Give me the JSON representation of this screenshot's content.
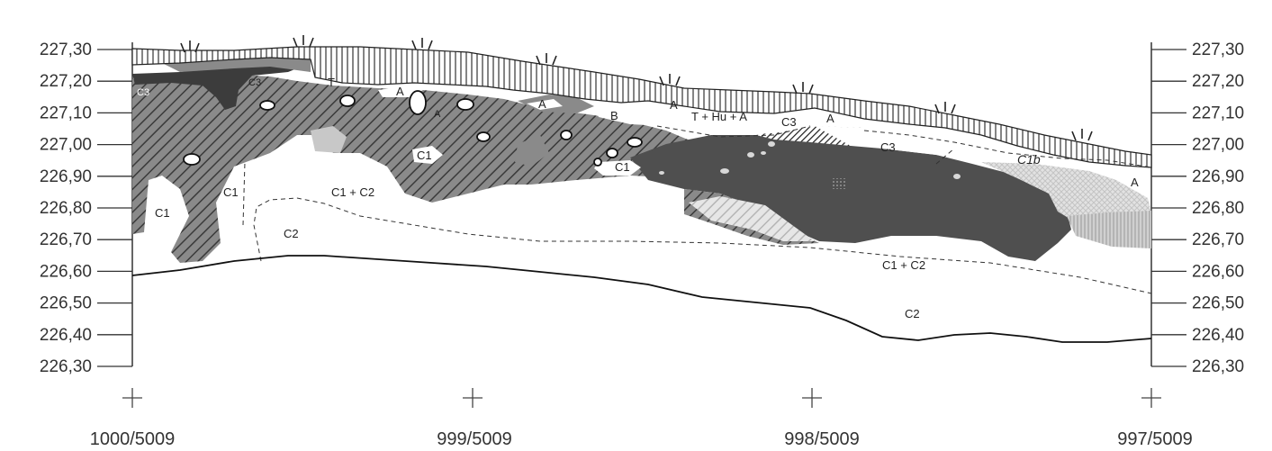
{
  "elevation_scale": {
    "left": [
      "227,30",
      "227,20",
      "227,10",
      "227,00",
      "226,90",
      "226,80",
      "226,70",
      "226,60",
      "226,50",
      "226,40",
      "226,30"
    ],
    "right": [
      "227,30",
      "227,20",
      "227,10",
      "227,00",
      "226,90",
      "226,80",
      "226,70",
      "226,60",
      "226,50",
      "226,40",
      "226,30"
    ]
  },
  "grid_points": [
    "1000/5009",
    "999/5009",
    "998/5009",
    "997/5009"
  ],
  "layer_labels": {
    "c3_a": "C3",
    "c3_b": "C3",
    "t": "T",
    "a_1": "A",
    "a_2": "A",
    "a_3": "A",
    "a_4": "A",
    "b": "B",
    "t_hu_a": "T + Hu + A",
    "c3_c": "C3",
    "a_5": "A",
    "c3_d": "C3",
    "c1_a": "C1",
    "c1_b": "C1",
    "c1b": "C1b",
    "a_6": "A",
    "c1_c": "C1",
    "c1_d": "C1",
    "c1_c2_a": "C1 + C2",
    "c2_a": "C2",
    "c1_c2_b": "C1 + C2",
    "c2_b": "C2"
  },
  "colors": {
    "dark_layer": "#4f4f4f",
    "medium_layer": "#8a8a8a",
    "light_layer": "#c8c8c8",
    "hatch": "#3a3a3a"
  }
}
